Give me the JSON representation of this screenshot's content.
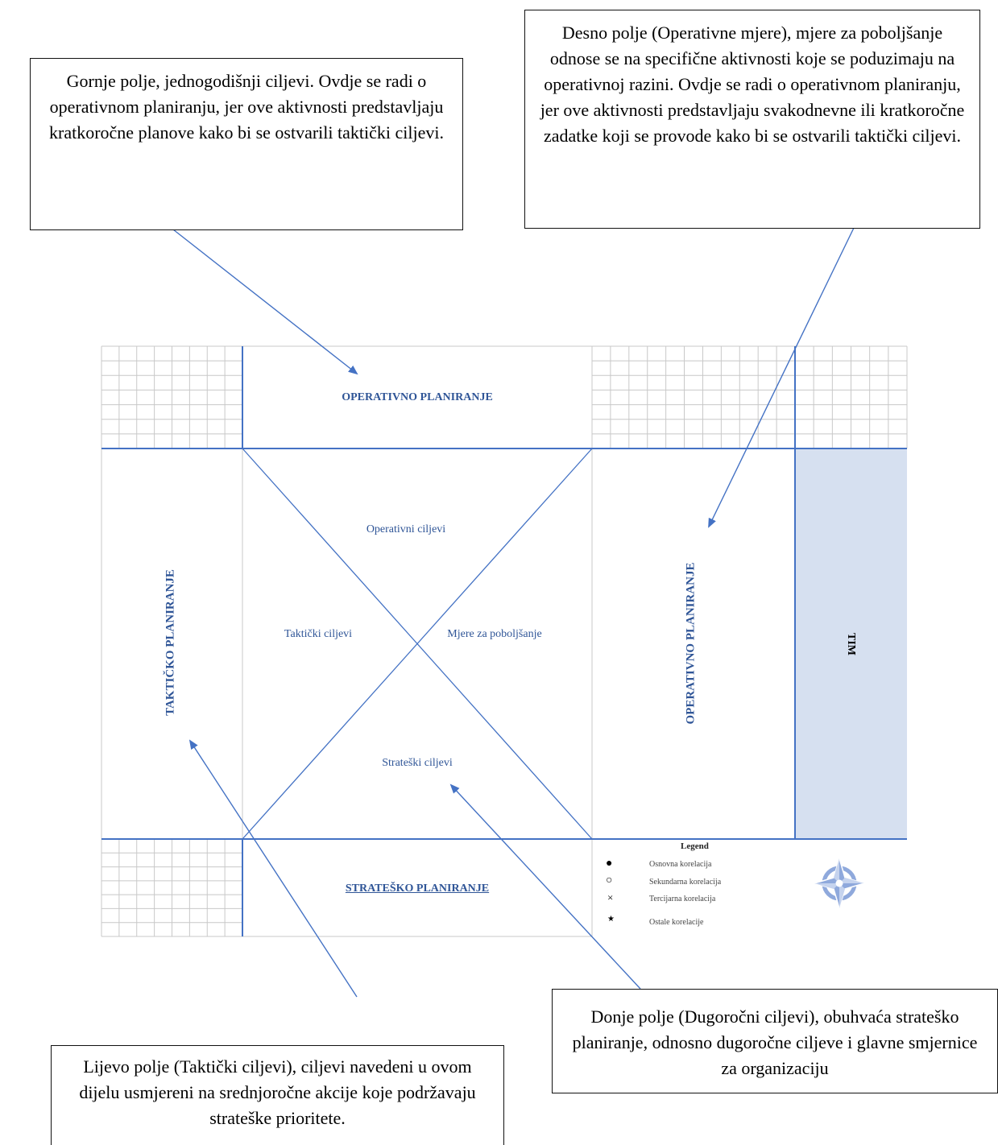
{
  "callouts": {
    "top_left": "Gornje polje, jednogodišnji ciljevi. Ovdje se radi o operativnom planiranju, jer ove aktivnosti predstavljaju kratkoročne planove kako bi se ostvarili taktički ciljevi.",
    "top_right": "Desno polje (Operativne mjere), mjere za poboljšanje odnose se na specifične aktivnosti koje se poduzimaju na operativnoj razini. Ovdje se radi o operativnom planiranju, jer ove aktivnosti predstavljaju svakodnevne ili kratkoročne zadatke koji se provode kako bi se ostvarili taktički ciljevi.",
    "bottom_right": "Donje polje (Dugoročni ciljevi), obuhvaća strateško planiranje, odnosno dugoročne ciljeve i glavne smjernice za organizaciju",
    "bottom_left": "Lijevo polje (Taktički ciljevi), ciljevi navedeni u ovom dijelu usmjereni na srednjoročne akcije koje podržavaju strateške prioritete."
  },
  "matrix": {
    "top_label": "OPERATIVNO PLANIRANJE",
    "left_label": "TAKTIČKO PLANIRANJE",
    "right_label": "OPERATIVNO PLANIRANJE",
    "bottom_label": "STRATEŠKO PLANIRANJE",
    "team_label": "TIM",
    "center": {
      "top": "Operativni ciljevi",
      "left": "Taktički ciljevi",
      "right": "Mjere za poboljšanje",
      "bottom": "Strateški ciljevi"
    }
  },
  "legend": {
    "title": "Legend",
    "items": [
      {
        "symbol": "●",
        "label": "Osnovna korelacija"
      },
      {
        "symbol": "○",
        "label": "Sekundarna korelacija"
      },
      {
        "symbol": "×",
        "label": "Tercijarna korelacija"
      },
      {
        "symbol": "★",
        "label": "Ostale korelacije"
      }
    ]
  },
  "colors": {
    "accent": "#2f5597",
    "line": "#4472c4",
    "grid": "#c8c8c8",
    "team_fill": "#d6e0f0",
    "compass": "#8fa9dc"
  }
}
